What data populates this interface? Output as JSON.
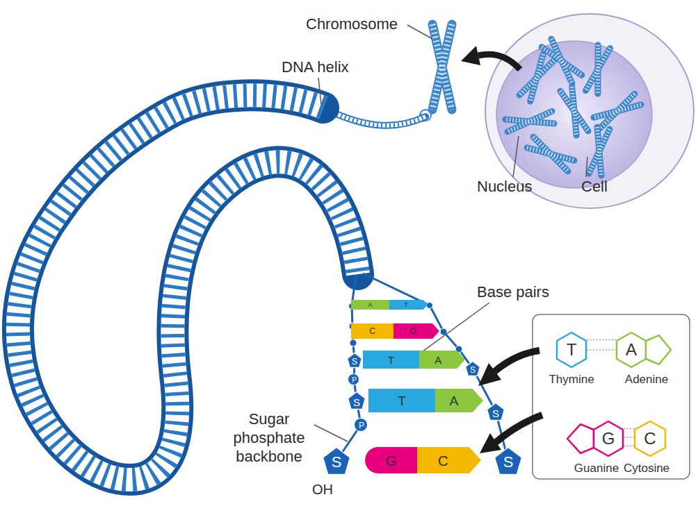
{
  "diagram": {
    "nodes": [
      {
        "text": [
          "A"
        ]
      },
      {
        "text": [
          "T"
        ]
      },
      {
        "text": [
          "C"
        ]
      },
      {
        "text": [
          "G"
        ]
      },
      {
        "text": [
          "S"
        ]
      },
      {
        "text": [
          "T"
        ]
      },
      {
        "text": [
          "A"
        ]
      },
      {
        "text": [
          "S"
        ]
      },
      {
        "text": [
          "P"
        ]
      },
      {
        "text": [
          "S"
        ]
      },
      {
        "text": [
          "T"
        ]
      },
      {
        "text": [
          "A"
        ]
      },
      {
        "text": [
          "S"
        ]
      },
      {
        "text": [
          "P"
        ]
      },
      {
        "text": [
          "S"
        ]
      },
      {
        "text": [
          "G"
        ]
      },
      {
        "text": [
          "C"
        ]
      },
      {
        "text": [
          "S"
        ]
      },
      {
        "text": [
          "T",
          "Thymine"
        ]
      },
      {
        "text": [
          "A",
          "Adenine"
        ]
      },
      {
        "text": [
          "G",
          "Guanine"
        ]
      },
      {
        "text": [
          "C",
          "Cytosine"
        ]
      }
    ],
    "edges": [
      {
        "from": 18,
        "to": 19,
        "arrow": "none"
      },
      {
        "from": 18,
        "to": 19,
        "arrow": "none"
      },
      {
        "from": 20,
        "to": 21,
        "arrow": "none"
      },
      {
        "from": 20,
        "to": 21,
        "arrow": "none"
      },
      {
        "from": 20,
        "to": 21,
        "arrow": "none"
      }
    ],
    "labels": [
      "Chromosome",
      "DNA helix",
      "Nucleus",
      "Cell",
      "Base pairs",
      "Sugar phosphate backbone",
      "OH"
    ]
  }
}
